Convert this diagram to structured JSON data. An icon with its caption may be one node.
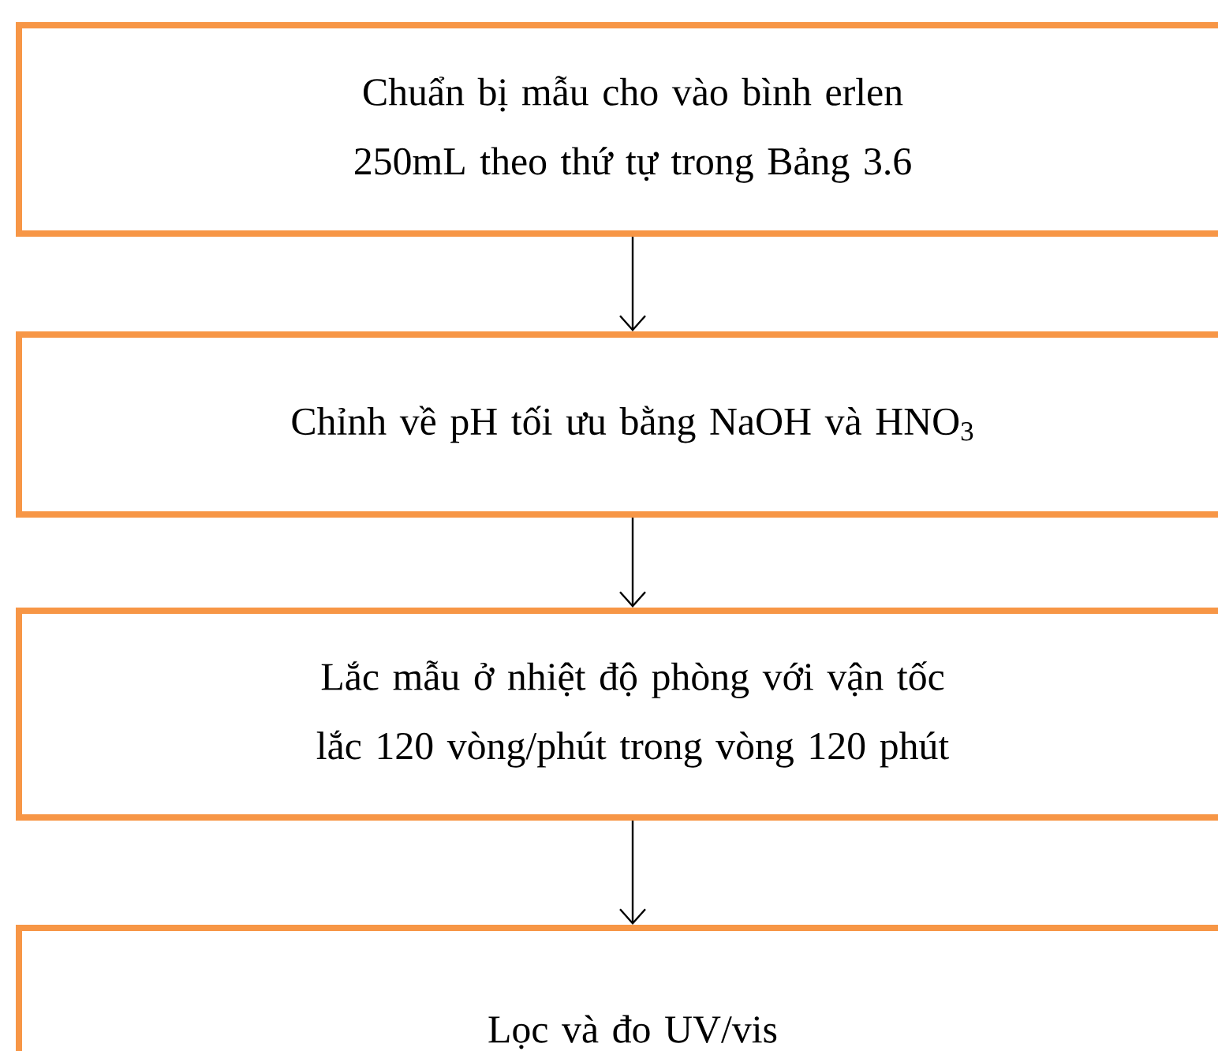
{
  "diagram": {
    "nodes": [
      {
        "text": [
          "Chuẩn bị mẫu cho vào bình erlen 250mL theo thứ tự trong Bảng 3.6"
        ]
      },
      {
        "text": [
          "Chỉnh về pH tối ưu bằng NaOH và HNO$_{3}$"
        ]
      },
      {
        "text": [
          "Lắc mẫu ở nhiệt độ phòng với vận tốc lắc 120 vòng/phút trong vòng 120 phút"
        ]
      },
      {
        "text": [
          "Lọc và đo UV/vis"
        ]
      }
    ],
    "edges": [
      {
        "from": 0,
        "to": 1,
        "arrow": "to"
      },
      {
        "from": 1,
        "to": 2,
        "arrow": "to"
      },
      {
        "from": 2,
        "to": 3,
        "arrow": "to"
      }
    ]
  }
}
